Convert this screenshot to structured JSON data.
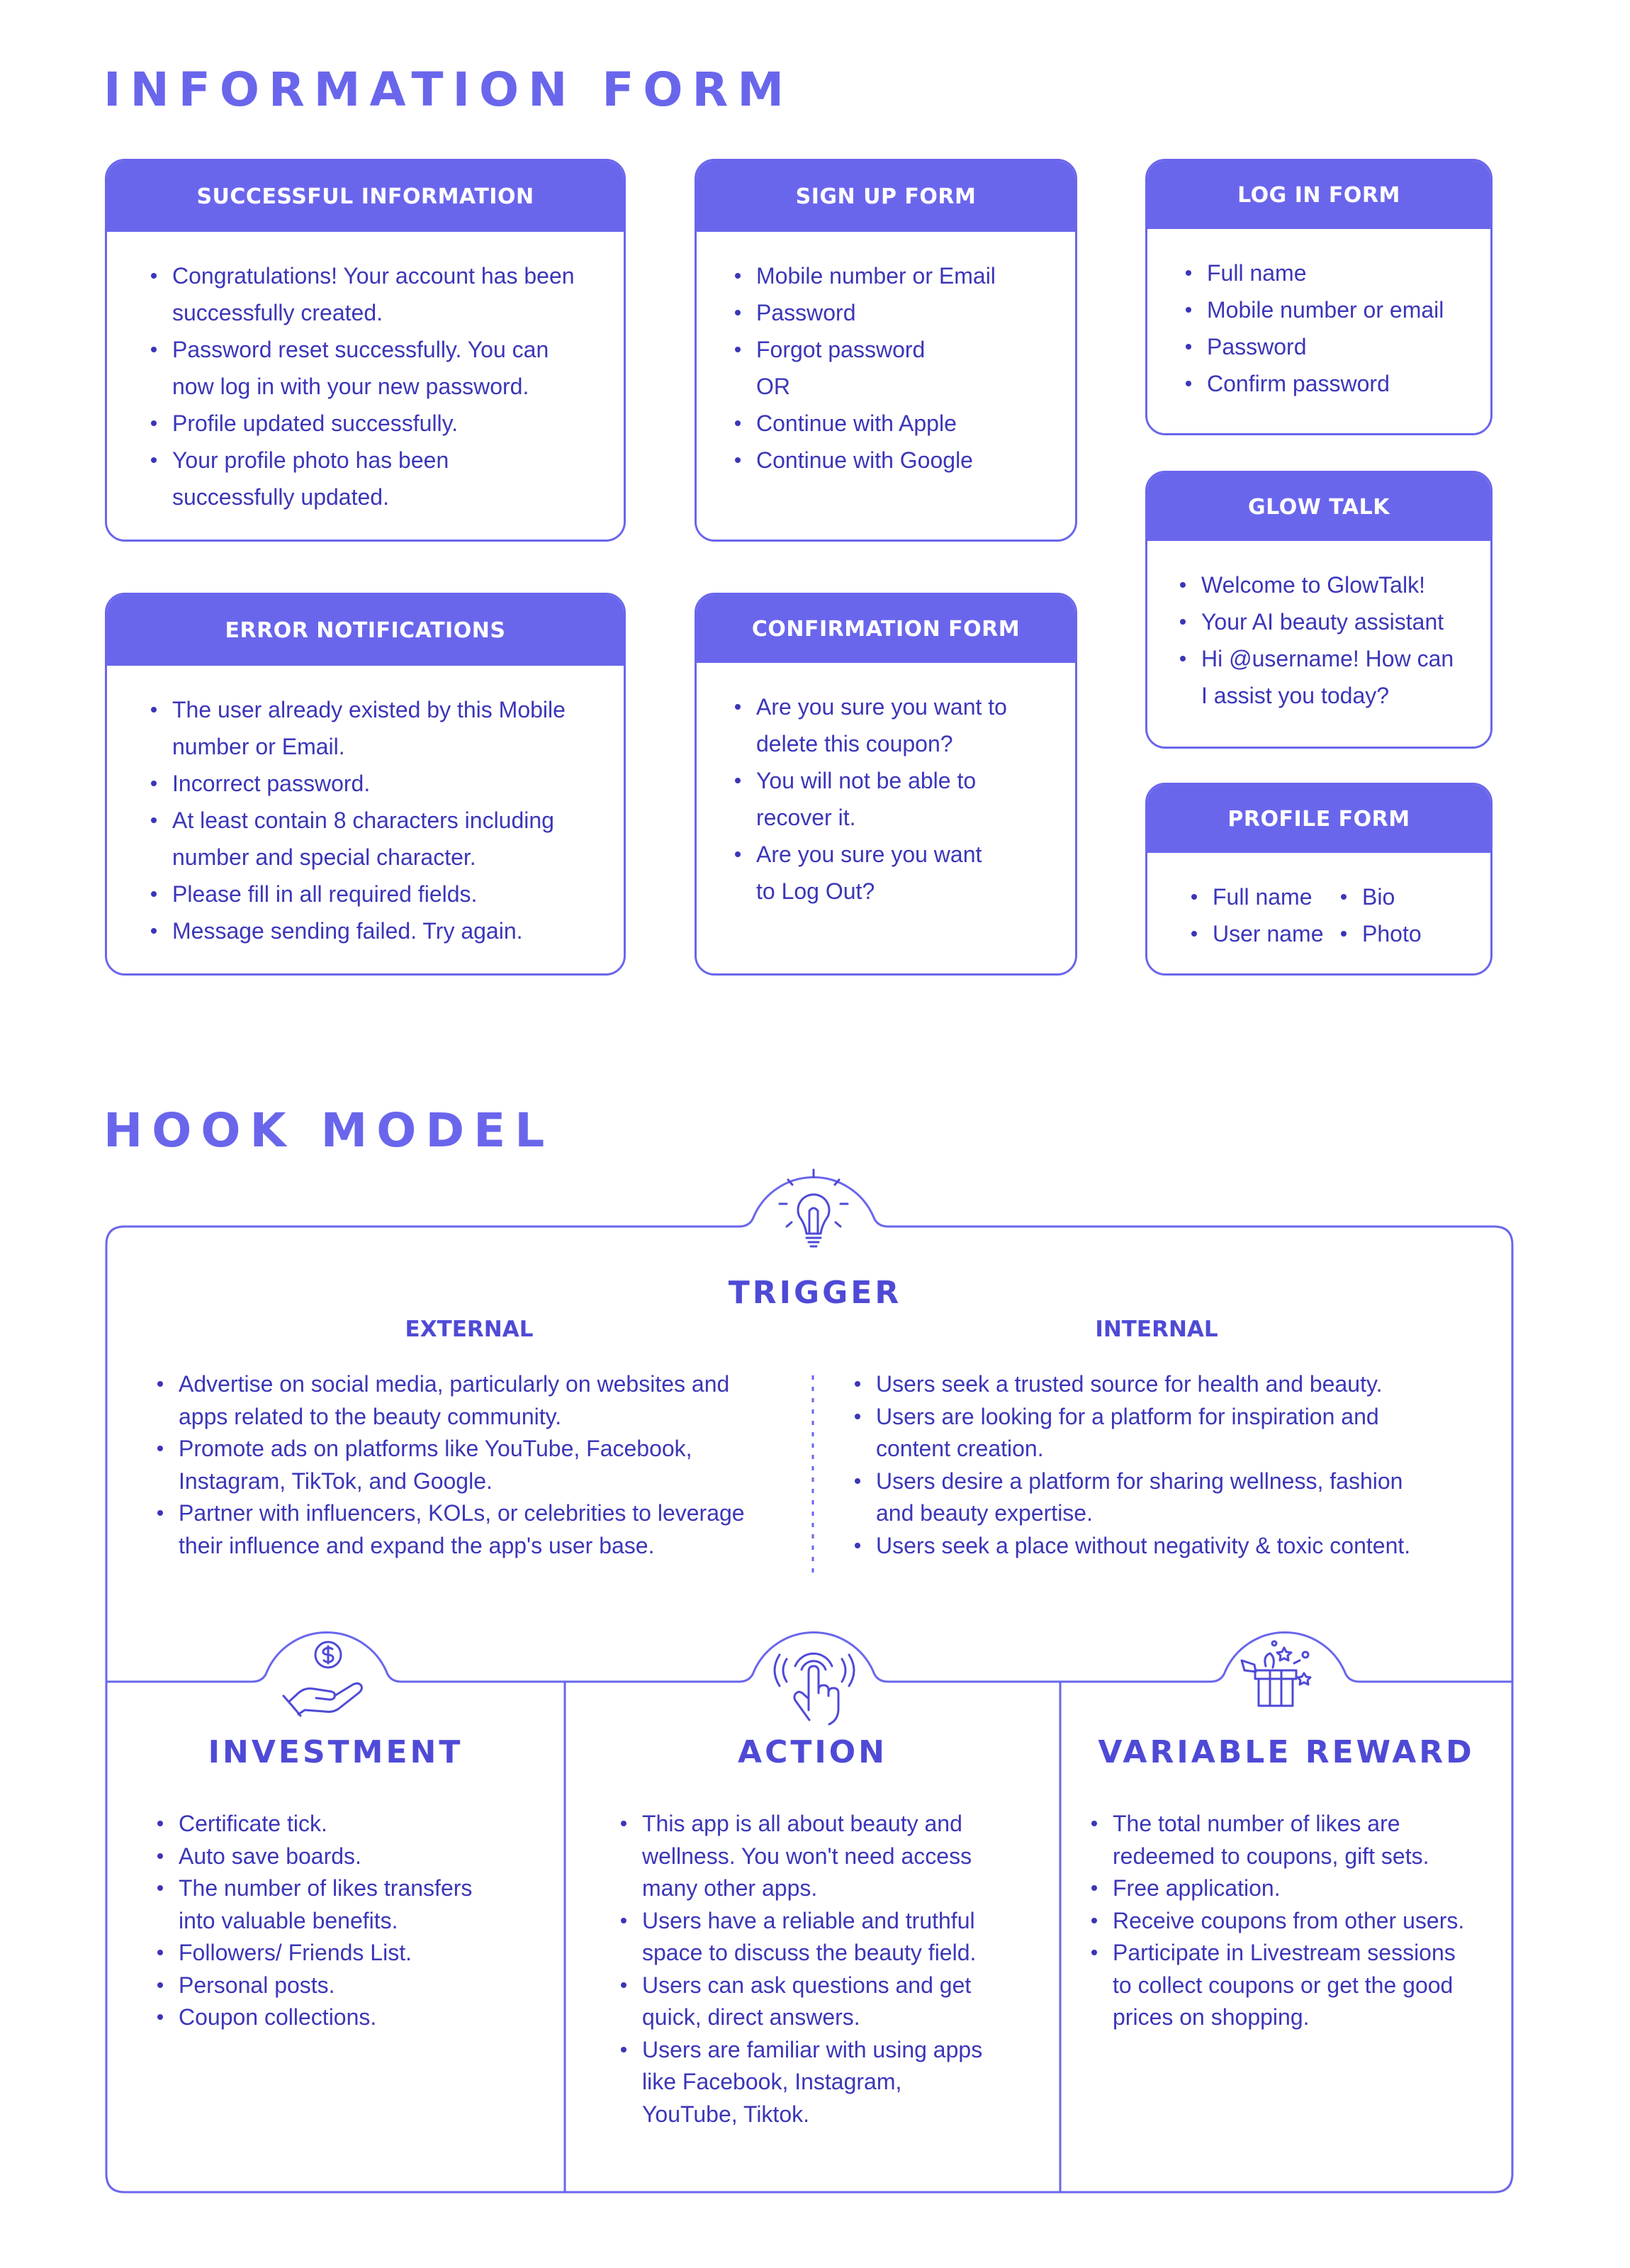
{
  "information_form": {
    "title": "INFORMATION FORM",
    "successful": {
      "title": "SUCCESSFUL INFORMATION",
      "items": [
        "Congratulations! Your account has been",
        "successfully created.",
        "Password reset successfully. You can",
        "now log in with your new password.",
        "Profile updated successfully.",
        "Your profile photo has been",
        "successfully updated."
      ]
    },
    "signup": {
      "title": "SIGN UP FORM",
      "items": [
        "Mobile number or Email",
        "Password",
        "Forgot password",
        "OR",
        "Continue with Apple",
        "Continue with Google"
      ]
    },
    "login": {
      "title": "LOG IN FORM",
      "items": [
        "Full name",
        "Mobile number or email",
        "Password",
        "Confirm password"
      ]
    },
    "glowtalk": {
      "title": "GLOW TALK",
      "items": [
        "Welcome to GlowTalk!",
        "Your AI beauty assistant",
        "Hi @username! How can",
        "I assist you today?"
      ]
    },
    "error": {
      "title": "ERROR NOTIFICATIONS",
      "items": [
        "The user already existed by this Mobile",
        "number or Email.",
        "Incorrect password.",
        "At least contain 8 characters including",
        "number and special character.",
        "Please fill in all required fields.",
        "Message sending failed. Try again."
      ]
    },
    "confirmation": {
      "title": "CONFIRMATION FORM",
      "items": [
        "Are you sure you want to",
        "delete this coupon?",
        "You will not be able to",
        "recover it.",
        "Are you sure you want",
        "to Log Out?"
      ]
    },
    "profile": {
      "title": "PROFILE FORM",
      "col1": [
        "Full name",
        "User name"
      ],
      "col2": [
        "Bio",
        "Photo"
      ]
    }
  },
  "hook_model": {
    "title": "HOOK MODEL",
    "trigger": {
      "title": "TRIGGER",
      "external_title": "EXTERNAL",
      "external_items": [
        "Advertise on social media, particularly on websites and",
        "apps related to the beauty community.",
        "Promote ads on platforms like YouTube, Facebook,",
        "Instagram, TikTok, and Google.",
        "Partner with influencers, KOLs, or celebrities to leverage",
        "their influence and expand the app's user base."
      ],
      "internal_title": "INTERNAL",
      "internal_items": [
        "Users seek a trusted source for health and beauty.",
        "Users are looking for a platform for inspiration and",
        "content creation.",
        "Users desire a platform for sharing wellness, fashion",
        "and beauty expertise.",
        "Users seek a place without negativity & toxic content."
      ]
    },
    "investment": {
      "title": "INVESTMENT",
      "items": [
        "Certificate tick.",
        "Auto save boards.",
        "The number of likes transfers",
        "into valuable benefits.",
        "Followers/ Friends List.",
        "Personal posts.",
        "Coupon collections."
      ]
    },
    "action": {
      "title": "ACTION",
      "items": [
        "This app is all about beauty and",
        "wellness. You won't need access",
        "many other apps.",
        "Users have a reliable and truthful",
        "space to discuss the beauty field.",
        "Users can ask questions and get",
        "quick, direct answers.",
        "Users are familiar with using apps",
        "like Facebook, Instagram,",
        "YouTube, Tiktok."
      ]
    },
    "variable_reward": {
      "title": "VARIABLE REWARD",
      "items": [
        "The total number of likes are",
        "redeemed to coupons, gift sets.",
        "Free application.",
        "Receive coupons from other users.",
        "Participate in Livestream sessions",
        "to collect coupons or get the good",
        "prices on shopping."
      ]
    },
    "icons": [
      "lightbulb-icon",
      "hand-coin-icon",
      "touch-gesture-icon",
      "gift-box-icon"
    ]
  },
  "colors": {
    "accent": "#6a66ec",
    "text": "#3b36b8",
    "heading": "#4f4ad6"
  }
}
